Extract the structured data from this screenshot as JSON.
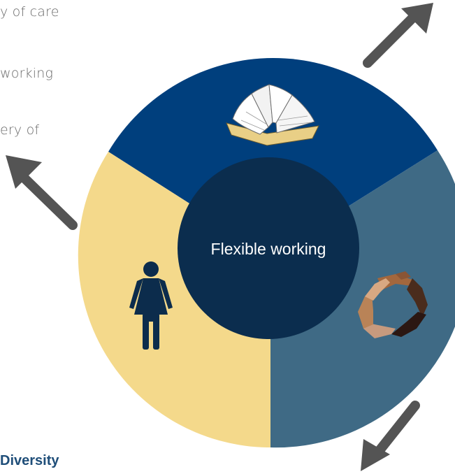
{
  "side_text": {
    "line1": "y of care",
    "line2": "working",
    "line3": "ery of"
  },
  "bottom_label": "Diversity",
  "center_label": "Flexible working",
  "colors": {
    "navy_segment": "#003f7d",
    "steel_segment": "#3f6a85",
    "sand_segment": "#f4d98b",
    "center_circle": "#0b2d4e",
    "arrow": "#545454",
    "female_icon": "#0c2c4c"
  },
  "segments": [
    {
      "name": "top",
      "icon": "open-book-icon"
    },
    {
      "name": "right",
      "icon": "joined-hands-icon"
    },
    {
      "name": "left",
      "icon": "female-person-icon"
    }
  ]
}
